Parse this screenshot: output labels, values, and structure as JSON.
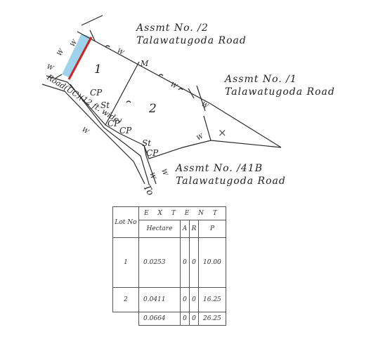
{
  "plan": {
    "lots": [
      {
        "number": "1"
      },
      {
        "number": "2"
      }
    ],
    "road": {
      "label": "Road(UC)(12 ft. wide)"
    },
    "neighbors": [
      {
        "assmt": "Assmt No.   /2",
        "road": "Talawatugoda Road"
      },
      {
        "assmt": "Assmt No.   /1",
        "road": "Talawatugoda Road"
      },
      {
        "assmt": "Assmt No.   /41B",
        "road": "Talawatugoda Road"
      }
    ],
    "markers": {
      "w": "W",
      "m": "M",
      "cp": "CP",
      "st": "St",
      "to": "To",
      "x": "×"
    },
    "colors": {
      "highlight_fill": "#9fd3ec",
      "boundary_line": "#d42020",
      "ink": "#2a2a2a"
    }
  },
  "extent_table": {
    "headers": {
      "lot": "Lot No",
      "group": "E X T E N T",
      "hectare": "Hectare",
      "a": "A",
      "r": "R",
      "p": "P"
    },
    "rows": [
      {
        "lot": "1",
        "hectare": "0.0253",
        "a": "0",
        "r": "0",
        "p": "10.00"
      },
      {
        "lot": "2",
        "hectare": "0.0411",
        "a": "0",
        "r": "0",
        "p": "16.25"
      }
    ],
    "total": {
      "hectare": "0.0664",
      "a": "0",
      "r": "0",
      "p": "26.25"
    }
  }
}
